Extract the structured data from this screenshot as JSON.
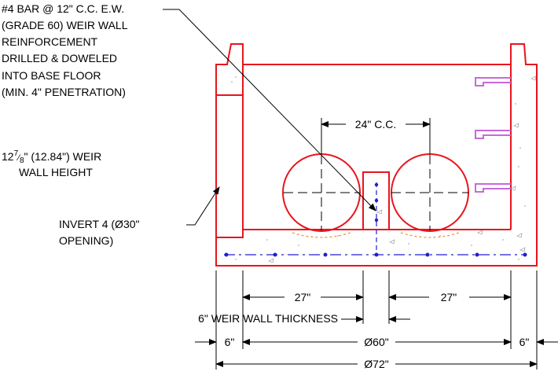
{
  "notes": {
    "bar_callout": [
      "#4 BAR @ 12\" C.C. E.W.",
      "(GRADE 60) WEIR WALL",
      "REINFORCEMENT",
      "DRILLED & DOWELED",
      "INTO BASE FLOOR",
      "(MIN. 4\" PENETRATION)"
    ],
    "weir_height_main": "12",
    "weir_height_frac_num": "7",
    "weir_height_frac_den": "8",
    "weir_height_rest": "\" (12.84\") WEIR",
    "weir_height_line2": "WALL HEIGHT",
    "invert_callout": [
      "INVERT 4 (Ø30\"",
      "OPENING)"
    ]
  },
  "dimensions": {
    "pipe_spacing": "24\" C.C.",
    "left_offset": "27\"",
    "right_offset": "27\"",
    "weir_thickness": "6\" WEIR WALL THICKNESS",
    "left_wall": "6\"",
    "inner_diameter": "Ø60\"",
    "right_wall": "6\"",
    "outer_diameter": "Ø72\""
  },
  "colors": {
    "concrete_outline": "#e8141c",
    "rebar": "#2020d0",
    "step": "#c86ad8",
    "opening_arc": "#e89a3c"
  }
}
